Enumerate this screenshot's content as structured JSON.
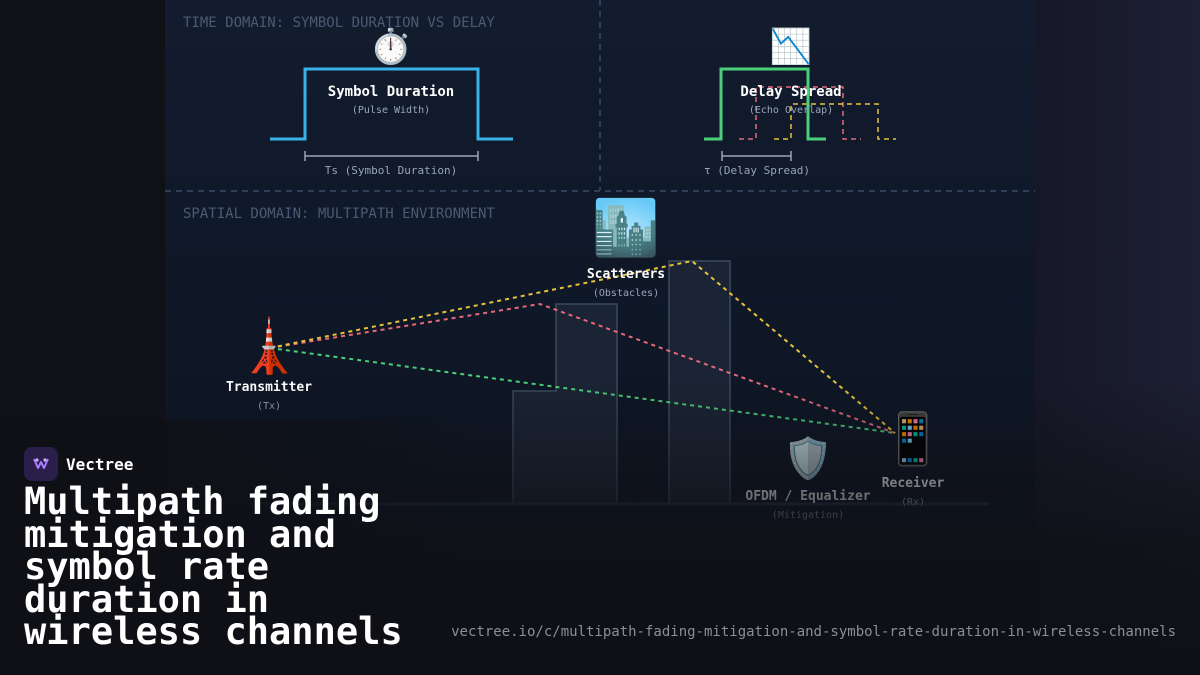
{
  "diagram": {
    "time_section_title": "TIME DOMAIN: SYMBOL DURATION VS DELAY",
    "spatial_section_title": "SPATIAL DOMAIN: MULTIPATH ENVIRONMENT",
    "symbol_duration": {
      "icon": "stopwatch-icon",
      "glyph": "⏱️",
      "label": "Symbol Duration",
      "sublabel": "(Pulse Width)",
      "measure": "Ts (Symbol Duration)",
      "color": "#38b2e8"
    },
    "delay_spread": {
      "icon": "chart-decreasing-icon",
      "glyph": "📉",
      "label": "Delay Spread",
      "sublabel": "(Echo Overlap)",
      "measure": "τ (Delay Spread)",
      "color": "#4ccf7a",
      "echo_colors": [
        "#e8697a",
        "#e8c23a"
      ]
    },
    "transmitter": {
      "icon": "tower-icon",
      "glyph": "🗼",
      "label": "Transmitter",
      "sublabel": "(Tx)"
    },
    "scatterers": {
      "icon": "cityscape-icon",
      "glyph": "🏙️",
      "label": "Scatterers",
      "sublabel": "(Obstacles)"
    },
    "receiver": {
      "icon": "mobile-phone-icon",
      "glyph": "📱",
      "label": "Receiver",
      "sublabel": "(Rx)"
    },
    "equalizer": {
      "icon": "shield-icon",
      "glyph": "🛡️",
      "label": "OFDM / Equalizer",
      "sublabel": "(Mitigation)"
    },
    "path_colors": {
      "direct": "#4ccf7a",
      "reflected_1": "#e8697a",
      "reflected_2": "#e8c23a"
    }
  },
  "brand": {
    "name": "Vectree",
    "icon": "vectree-logo-icon"
  },
  "title": "Multipath fading mitigation and symbol rate duration in wireless channels",
  "url": "vectree.io/c/multipath-fading-mitigation-and-symbol-rate-duration-in-wireless-channels",
  "colors": {
    "background": "#0f1016",
    "panel": "#111a2b",
    "accent": "#8a5cf6"
  }
}
